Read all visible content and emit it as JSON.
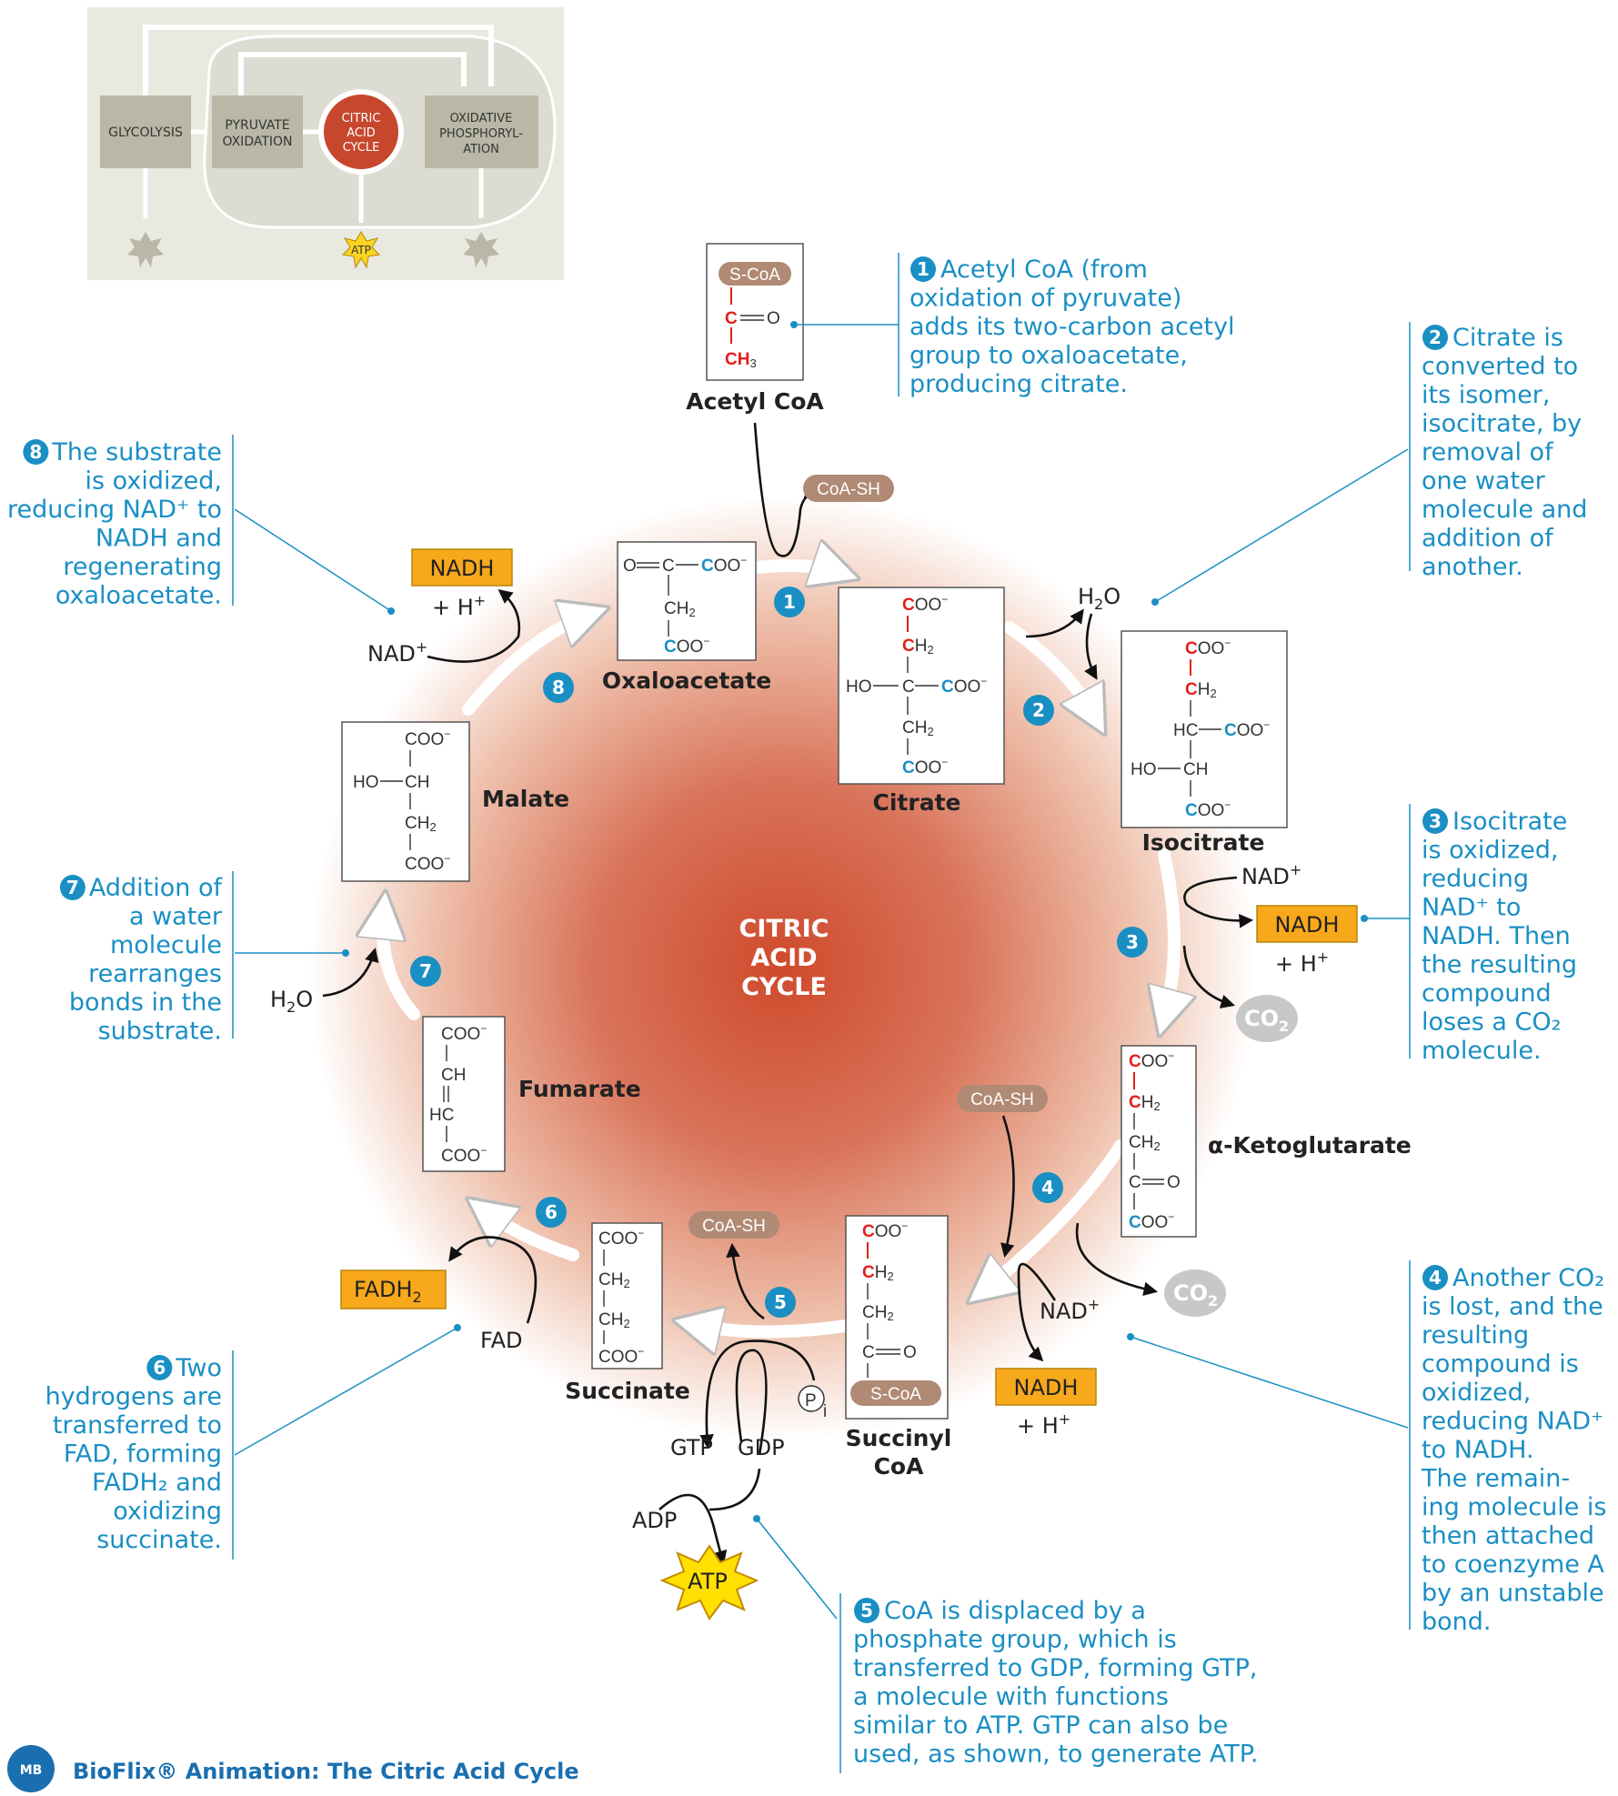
{
  "overview": {
    "glycolysis": "GLYCOLYSIS",
    "pyruvate1": "PYRUVATE",
    "pyruvate2": "OXIDATION",
    "citric1": "CITRIC",
    "citric2": "ACID",
    "citric3": "CYCLE",
    "ox1": "OXIDATIVE",
    "ox2": "PHOSPHORYL-",
    "ox3": "ATION",
    "atp": "ATP"
  },
  "center": {
    "line1": "CITRIC",
    "line2": "ACID",
    "line3": "CYCLE"
  },
  "molecules": {
    "acetyl_coa": "Acetyl CoA",
    "oxaloacetate": "Oxaloacetate",
    "citrate": "Citrate",
    "isocitrate": "Isocitrate",
    "ketoglutarate": "α-Ketoglutarate",
    "succinyl_coa_1": "Succinyl",
    "succinyl_coa_2": "CoA",
    "succinate": "Succinate",
    "fumarate": "Fumarate",
    "malate": "Malate"
  },
  "chem": {
    "scoa": "S-CoA",
    "coash": "CoA-SH",
    "coo": "COO",
    "ch2": "CH",
    "ch3": "CH",
    "ho": "HO",
    "hc": "HC",
    "ch": "CH",
    "c": "C",
    "o": "O",
    "h2o": "H",
    "nad": "NAD",
    "nadh": "NADH",
    "hplus": "+ H",
    "co2": "CO",
    "fad": "FAD",
    "fadh2": "FADH",
    "gtp": "GTP",
    "gdp": "GDP",
    "adp": "ADP",
    "atp": "ATP",
    "pi": "P"
  },
  "notes": {
    "n1": [
      "Acetyl CoA (from",
      "oxidation of pyruvate)",
      "adds its two-carbon acetyl",
      "group to oxaloacetate,",
      "producing citrate."
    ],
    "n2": [
      "Citrate is",
      "converted to",
      "its isomer,",
      "isocitrate, by",
      "removal of",
      "one water",
      "molecule and",
      "addition of",
      "another."
    ],
    "n3": [
      "Isocitrate",
      "is oxidized,",
      "reducing",
      "NAD⁺ to",
      "NADH. Then",
      "the resulting",
      "compound",
      "loses a CO₂",
      "molecule."
    ],
    "n4": [
      "Another CO₂",
      "is lost, and the",
      "resulting",
      "compound is",
      "oxidized,",
      "reducing NAD⁺",
      "to NADH.",
      "The remain-",
      "ing molecule is",
      "then attached",
      "to coenzyme A",
      "by an unstable",
      "bond."
    ],
    "n5": [
      "CoA is displaced by a",
      "phosphate group, which is",
      "transferred to GDP, forming GTP,",
      "a molecule with functions",
      "similar to ATP. GTP can also be",
      "used, as shown, to generate ATP."
    ],
    "n6": [
      "Two",
      "hydrogens are",
      "transferred to",
      "FAD, forming",
      "FADH₂ and",
      "oxidizing",
      "succinate."
    ],
    "n7": [
      "Addition of",
      "a water",
      "molecule",
      "rearranges",
      "bonds in the",
      "substrate."
    ],
    "n8": [
      "The substrate",
      "is oxidized,",
      "reducing NAD⁺ to",
      "NADH and",
      "regenerating",
      "oxaloacetate."
    ]
  },
  "footer": {
    "badge": "MB",
    "title": "BioFlix® Animation: The Citric Acid Cycle"
  },
  "colors": {
    "accent": "#1a8fc4",
    "red_carbon": "#e0201c",
    "nadh": "#f7a81b",
    "coa_pill": "#b08a74",
    "co2": "#c8c8c8"
  }
}
